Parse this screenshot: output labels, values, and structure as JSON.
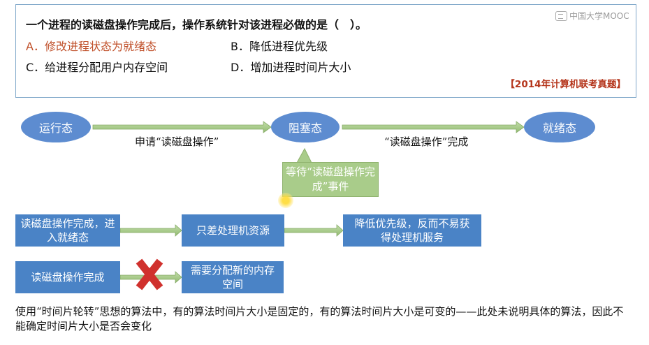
{
  "question": {
    "text": "一个进程的读磁盘操作完成后，操作系统针对该进程必做的是（　）。",
    "options": [
      {
        "label": "A．修改进程状态为就绪态",
        "correct": true
      },
      {
        "label": "B．降低进程优先级",
        "correct": false
      },
      {
        "label": "C．给进程分配用户内存空间",
        "correct": false
      },
      {
        "label": "D．增加进程时间片大小",
        "correct": false
      }
    ],
    "source": "【2014年计算机联考真题】"
  },
  "watermark": "中国大学MOOC",
  "diagram": {
    "states": [
      "运行态",
      "阻塞态",
      "就绪态"
    ],
    "arrow1_label": "申请“读磁盘操作”",
    "arrow2_label": "“读磁盘操作”完成",
    "callout": "等待“读磁盘操作完成”事件"
  },
  "flow_rows": {
    "row1": [
      "读磁盘操作完成，进入就绪态",
      "只差处理机资源",
      "降低优先级，反而不易获得处理机服务"
    ],
    "row2": [
      "读磁盘操作完成",
      "需要分配新的内存空间"
    ]
  },
  "note": "使用“时间片轮转”思想的算法中，有的算法时间片大小是固定的，有的算法时间片大小是可变的——此处未说明具体的算法，因此不能确定时间片大小是否会变化",
  "colors": {
    "state_fill": "#5d8cd0",
    "box_fill": "#4a83c6",
    "arrow_fill": "#a9cc8a",
    "correct_option": "#c0502a",
    "source_text": "#b5361c",
    "cross": "#d0312d"
  }
}
